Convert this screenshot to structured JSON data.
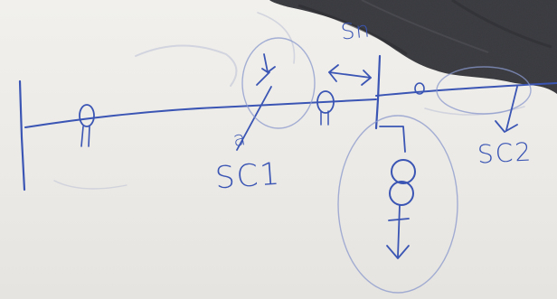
{
  "board": {
    "ink_color": "#3a55b4",
    "cloth_color": "#3e3f44"
  },
  "annotations": {
    "sc1": "SC1",
    "sc2": "SC2",
    "sn": "Sn",
    "a": "a"
  },
  "icons": [
    "busbar-line-icon",
    "current-transformer-icon",
    "two-winding-transformer-icon",
    "ground-arrow-icon",
    "double-arrow-icon",
    "fault-arrow-icon"
  ]
}
